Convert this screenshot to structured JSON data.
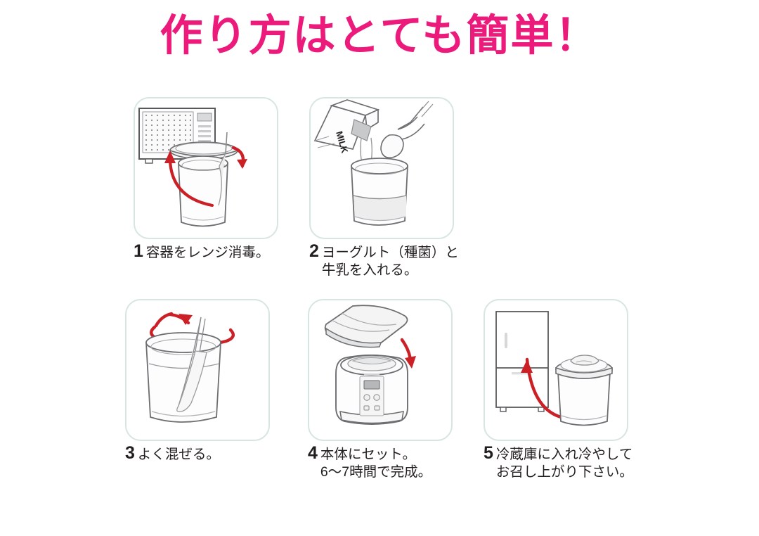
{
  "title": "作り方はとても簡単！",
  "theme": {
    "title_color": "#ec1a7b",
    "panel_border": "#d7e6e0",
    "arrow_red": "#cc2027",
    "line_gray": "#6d6e71",
    "background": "#ffffff",
    "caption_color": "#231f20"
  },
  "steps": [
    {
      "number": "1",
      "lines": [
        "容器をレンジ消毒。"
      ],
      "art": "microwave-lid-container",
      "labels": []
    },
    {
      "number": "2",
      "lines": [
        "ヨーグルト（種菌）と",
        "牛乳を入れる。"
      ],
      "art": "milk-carton-pour-spoon",
      "labels": [
        "MILK"
      ]
    },
    {
      "number": "3",
      "lines": [
        "よく混ぜる。"
      ],
      "art": "container-stir-spoon",
      "labels": []
    },
    {
      "number": "4",
      "lines": [
        "本体にセット。",
        "6〜7時間で完成。"
      ],
      "art": "yogurt-maker-with-lid",
      "labels": []
    },
    {
      "number": "5",
      "lines": [
        "冷蔵庫に入れ冷やして",
        "お召し上がり下さい。"
      ],
      "art": "refrigerator-and-container",
      "labels": []
    }
  ]
}
